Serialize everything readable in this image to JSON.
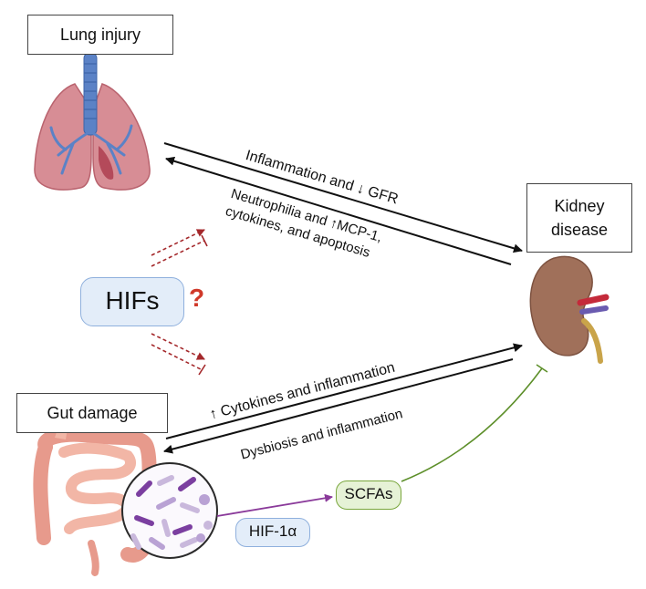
{
  "nodes": {
    "lung_injury": "Lung injury",
    "kidney_disease_line1": "Kidney",
    "kidney_disease_line2": "disease",
    "gut_damage": "Gut damage",
    "hifs": "HIFs",
    "question_mark": "?",
    "hif1a": "HIF-1α",
    "scfas": "SCFAs"
  },
  "edges": {
    "lung_to_kidney": "Inflammation and ↓ GFR",
    "kidney_to_lung_line1": "Neutrophilia and ↑MCP-1,",
    "kidney_to_lung_line2": "cytokines, and apoptosis",
    "gut_to_kidney": "↑ Cytokines and inflammation",
    "kidney_to_gut": "Dysbiosis and inflammation"
  },
  "colors": {
    "arrow": "#111111",
    "hif_dashed": "#a4282b",
    "scfa_line": "#5d8f2a",
    "hif1a_line": "#8a3a9a",
    "lung": "#d78d95",
    "trachea": "#5b82c6",
    "kidney": "#a0705a",
    "gut": "#e79a8c"
  },
  "icons": [
    "lungs-icon",
    "kidney-icon",
    "intestine-icon",
    "bacteria-icon"
  ]
}
